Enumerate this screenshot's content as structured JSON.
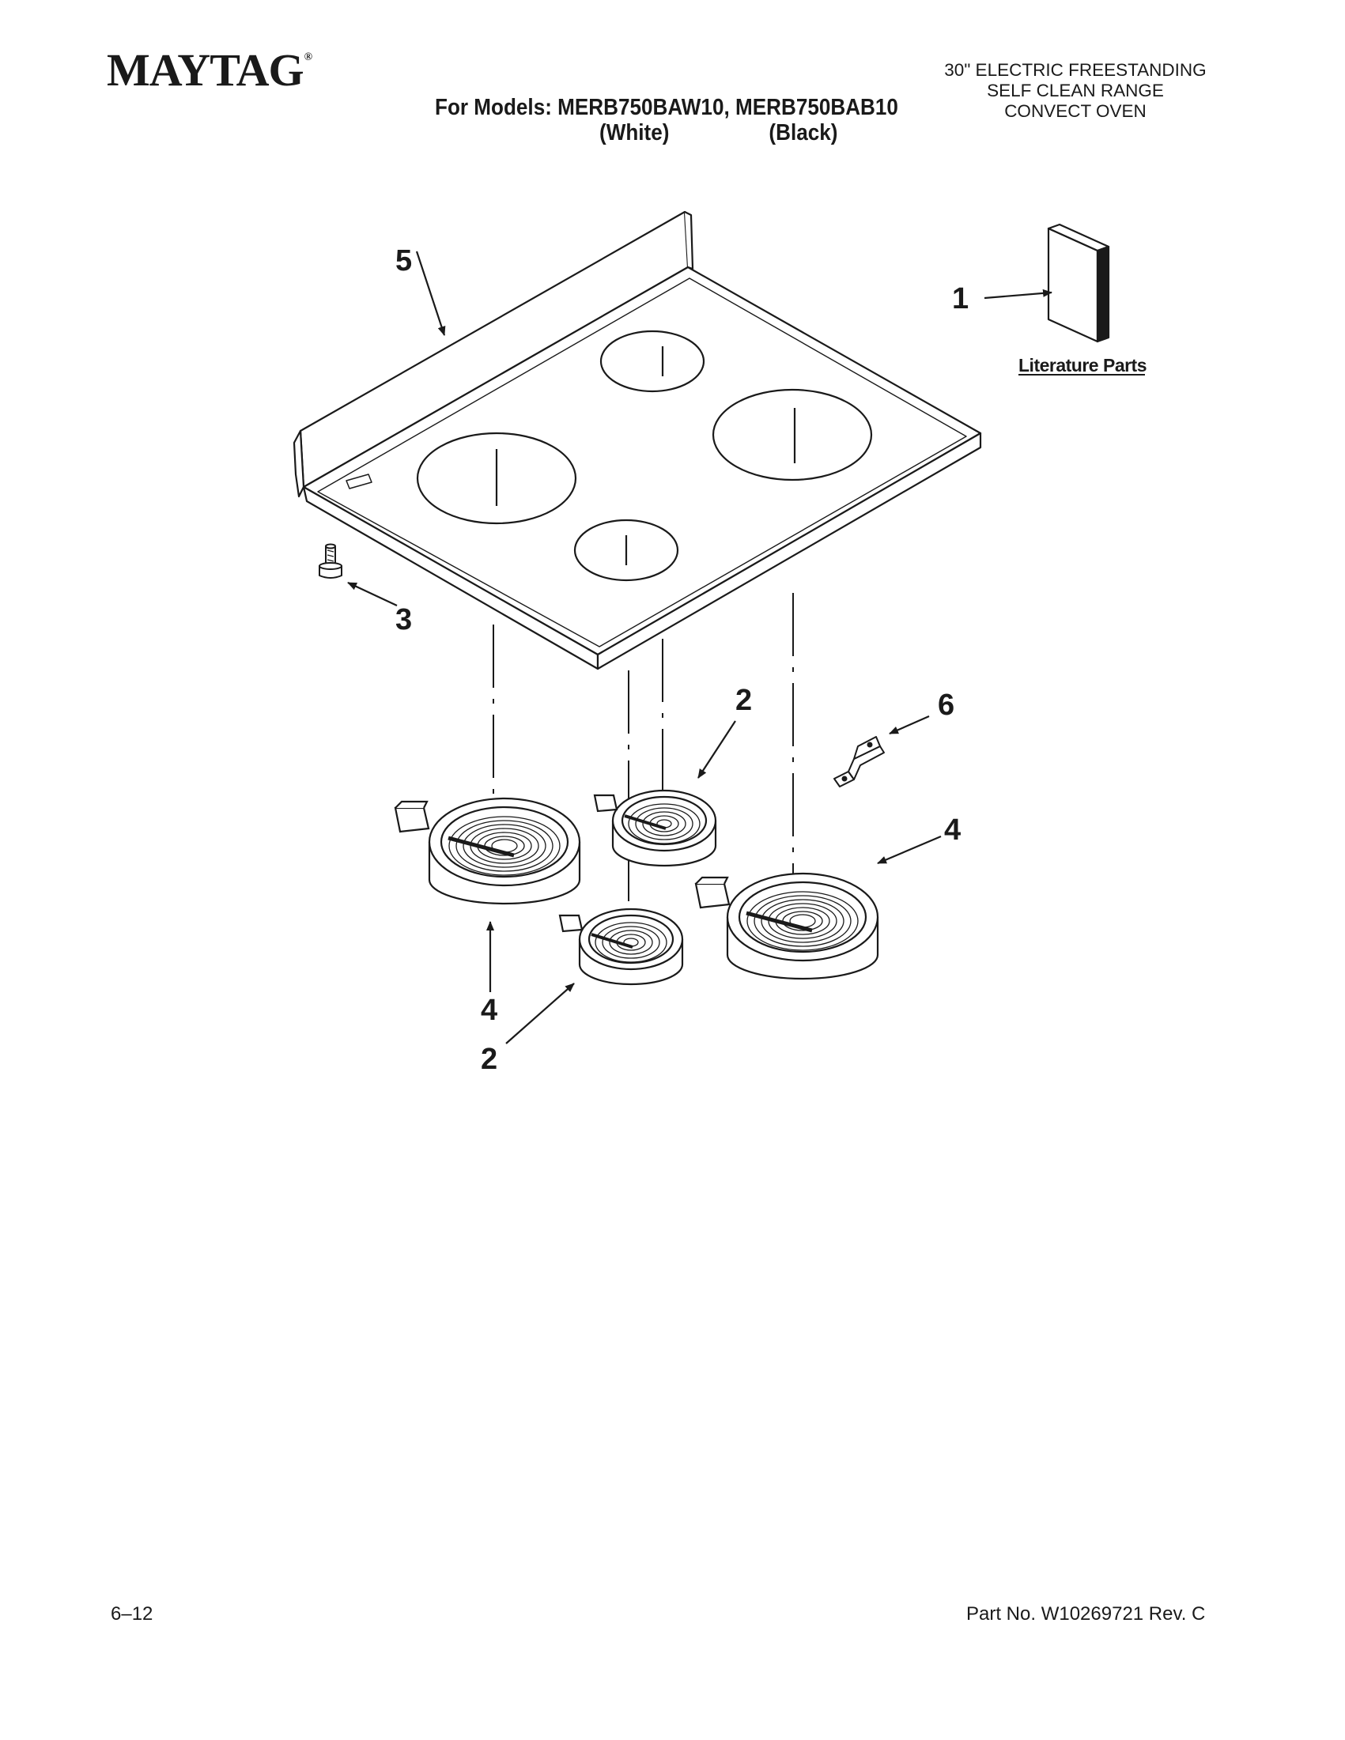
{
  "header": {
    "brand": "MAYTAG",
    "brand_mark": "®",
    "models_line": "For Models: MERB750BAW10, MERB750BAB10",
    "color_white": "(White)",
    "color_black": "(Black)",
    "description": [
      "30\" ELECTRIC FREESTANDING",
      "SELF CLEAN RANGE",
      "CONVECT OVEN"
    ]
  },
  "diagram": {
    "callouts": [
      "1",
      "2",
      "2",
      "3",
      "4",
      "4",
      "5",
      "6"
    ],
    "literature_label": "Literature Parts",
    "parts": [
      "cooktop-panel",
      "literature-booklet",
      "radiant-element-small",
      "radiant-element-large",
      "leveling-leg",
      "bracket"
    ]
  },
  "footer": {
    "page": "6–12",
    "part_number": "Part No. W10269721 Rev. C"
  }
}
